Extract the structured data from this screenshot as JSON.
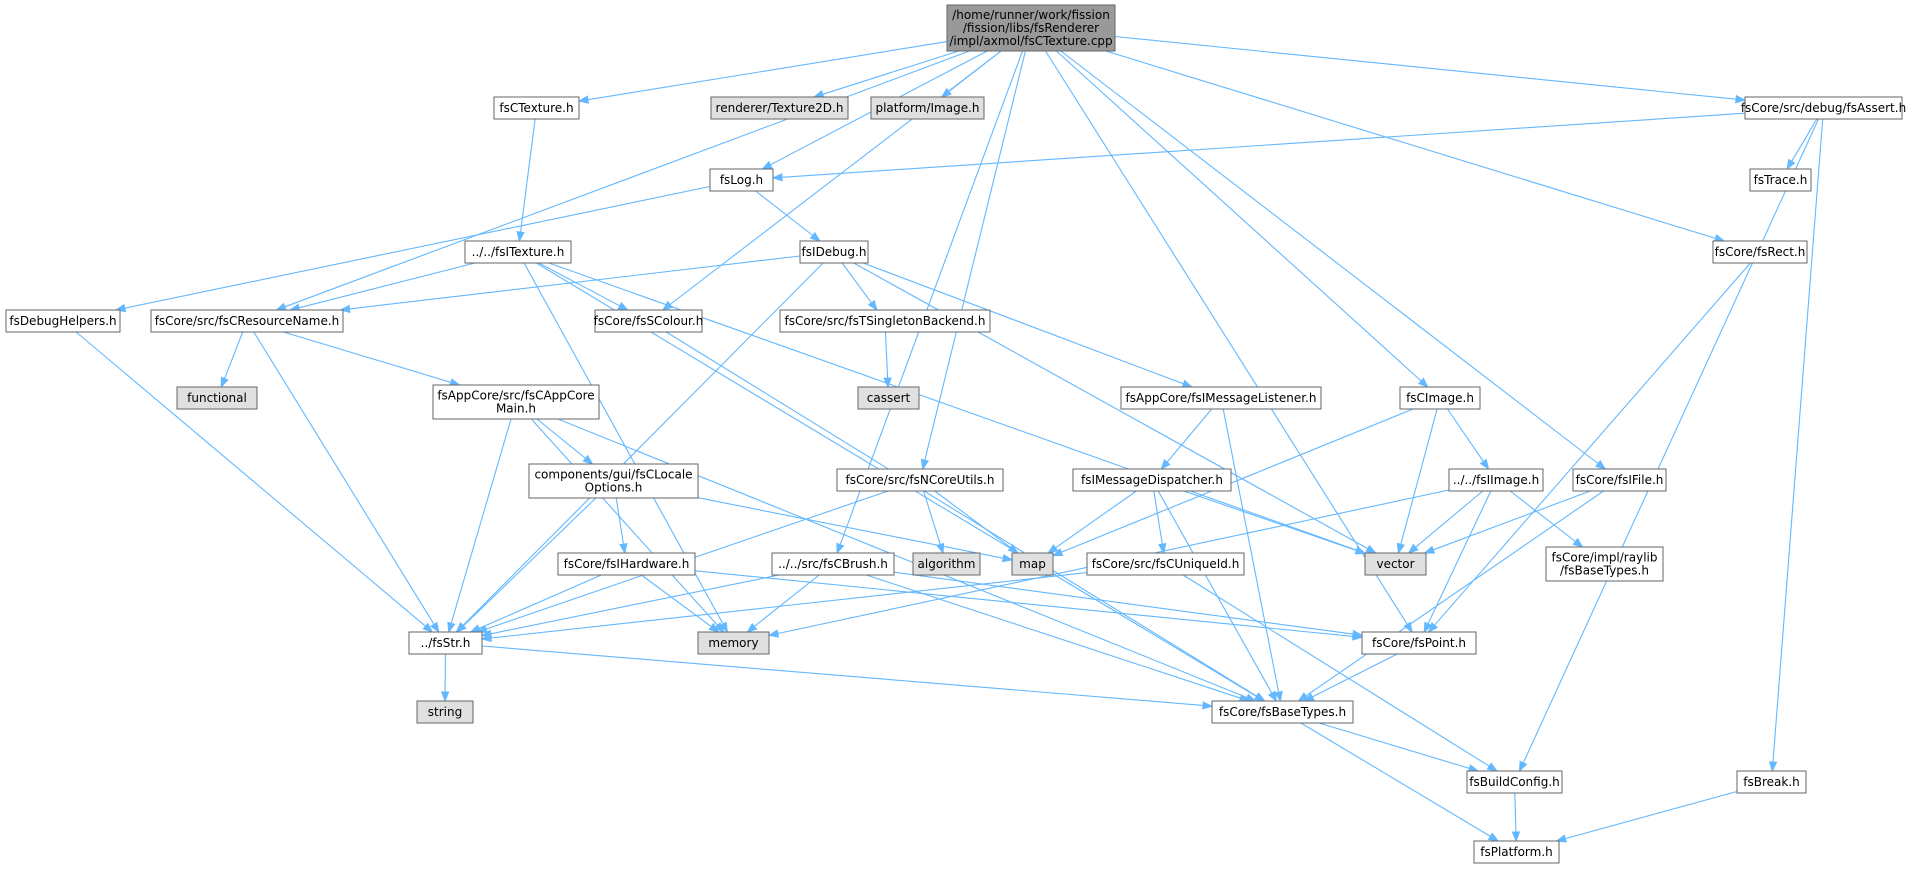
{
  "colors": {
    "node_fill": "#ffffff",
    "root_fill": "#999999",
    "external_fill": "#e0e0e0",
    "node_border": "#666666",
    "external_border": "#999999",
    "edge": "#63b8ff"
  },
  "nodes": [
    {
      "id": "root",
      "kind": "root",
      "lines": [
        "/home/runner/work/fission",
        "/fission/libs/fsRenderer",
        "/impl/axmol/fsCTexture.cpp"
      ]
    },
    {
      "id": "fsCTexture_h",
      "kind": "file",
      "lines": [
        "fsCTexture.h"
      ]
    },
    {
      "id": "renderer_Texture2D",
      "kind": "external",
      "lines": [
        "renderer/Texture2D.h"
      ]
    },
    {
      "id": "platform_Image",
      "kind": "external",
      "lines": [
        "platform/Image.h"
      ]
    },
    {
      "id": "fsLog",
      "kind": "file",
      "lines": [
        "fsLog.h"
      ]
    },
    {
      "id": "fsAssert",
      "kind": "file",
      "lines": [
        "fsCore/src/debug/fsAssert.h"
      ]
    },
    {
      "id": "fsTrace",
      "kind": "file",
      "lines": [
        "fsTrace.h"
      ]
    },
    {
      "id": "fsRect",
      "kind": "file",
      "lines": [
        "fsCore/fsRect.h"
      ]
    },
    {
      "id": "fsITexture",
      "kind": "file",
      "lines": [
        "../../fsITexture.h"
      ]
    },
    {
      "id": "fsIDebug",
      "kind": "file",
      "lines": [
        "fsIDebug.h"
      ]
    },
    {
      "id": "fsDebugHelpers",
      "kind": "file",
      "lines": [
        "fsDebugHelpers.h"
      ]
    },
    {
      "id": "fsCResourceName",
      "kind": "file",
      "lines": [
        "fsCore/src/fsCResourceName.h"
      ]
    },
    {
      "id": "fsSColour",
      "kind": "file",
      "lines": [
        "fsCore/fsSColour.h"
      ]
    },
    {
      "id": "fsTSingletonBackend",
      "kind": "file",
      "lines": [
        "fsCore/src/fsTSingletonBackend.h"
      ]
    },
    {
      "id": "functional",
      "kind": "external",
      "lines": [
        "functional"
      ]
    },
    {
      "id": "cassert",
      "kind": "external",
      "lines": [
        "cassert"
      ]
    },
    {
      "id": "fsCAppCoreMain",
      "kind": "file",
      "lines": [
        "fsAppCore/src/fsCAppCore",
        "Main.h"
      ]
    },
    {
      "id": "fsIMessageListener",
      "kind": "file",
      "lines": [
        "fsAppCore/fsIMessageListener.h"
      ]
    },
    {
      "id": "fsCImage",
      "kind": "file",
      "lines": [
        "fsCImage.h"
      ]
    },
    {
      "id": "fsCLocaleOptions",
      "kind": "file",
      "lines": [
        "components/gui/fsCLocale",
        "Options.h"
      ]
    },
    {
      "id": "fsNCoreUtils",
      "kind": "file",
      "lines": [
        "fsCore/src/fsNCoreUtils.h"
      ]
    },
    {
      "id": "fsIMessageDispatcher",
      "kind": "file",
      "lines": [
        "fsIMessageDispatcher.h"
      ]
    },
    {
      "id": "fsIImage",
      "kind": "file",
      "lines": [
        "../../fsIImage.h"
      ]
    },
    {
      "id": "fsIFile",
      "kind": "file",
      "lines": [
        "fsCore/fsIFile.h"
      ]
    },
    {
      "id": "fsIHardware",
      "kind": "file",
      "lines": [
        "fsCore/fsIHardware.h"
      ]
    },
    {
      "id": "fsCBrush",
      "kind": "file",
      "lines": [
        "../../src/fsCBrush.h"
      ]
    },
    {
      "id": "algorithm",
      "kind": "external",
      "lines": [
        "algorithm"
      ]
    },
    {
      "id": "map",
      "kind": "external",
      "lines": [
        "map"
      ]
    },
    {
      "id": "fsCUniqueId",
      "kind": "file",
      "lines": [
        "fsCore/src/fsCUniqueId.h"
      ]
    },
    {
      "id": "vector",
      "kind": "external",
      "lines": [
        "vector"
      ]
    },
    {
      "id": "fsBaseTypesRaylib",
      "kind": "file",
      "lines": [
        "fsCore/impl/raylib",
        "/fsBaseTypes.h"
      ]
    },
    {
      "id": "fsStr",
      "kind": "file",
      "lines": [
        "../fsStr.h"
      ]
    },
    {
      "id": "memory",
      "kind": "external",
      "lines": [
        "memory"
      ]
    },
    {
      "id": "fsPoint",
      "kind": "file",
      "lines": [
        "fsCore/fsPoint.h"
      ]
    },
    {
      "id": "string",
      "kind": "external",
      "lines": [
        "string"
      ]
    },
    {
      "id": "fsBaseTypes",
      "kind": "file",
      "lines": [
        "fsCore/fsBaseTypes.h"
      ]
    },
    {
      "id": "fsBuildConfig",
      "kind": "file",
      "lines": [
        "fsBuildConfig.h"
      ]
    },
    {
      "id": "fsBreak",
      "kind": "file",
      "lines": [
        "fsBreak.h"
      ]
    },
    {
      "id": "fsPlatform",
      "kind": "file",
      "lines": [
        "fsPlatform.h"
      ]
    }
  ],
  "edges": [
    [
      "root",
      "fsCTexture_h"
    ],
    [
      "root",
      "renderer_Texture2D"
    ],
    [
      "root",
      "platform_Image"
    ],
    [
      "root",
      "fsLog"
    ],
    [
      "root",
      "fsAssert"
    ],
    [
      "root",
      "fsRect"
    ],
    [
      "root",
      "fsCResourceName"
    ],
    [
      "root",
      "fsSColour"
    ],
    [
      "root",
      "fsCImage"
    ],
    [
      "root",
      "fsNCoreUtils"
    ],
    [
      "root",
      "fsCBrush"
    ],
    [
      "root",
      "fsIFile"
    ],
    [
      "root",
      "fsPoint"
    ],
    [
      "fsCTexture_h",
      "fsITexture"
    ],
    [
      "fsITexture",
      "fsCResourceName"
    ],
    [
      "fsITexture",
      "fsSColour"
    ],
    [
      "fsITexture",
      "memory"
    ],
    [
      "fsITexture",
      "vector"
    ],
    [
      "fsITexture",
      "fsBaseTypes"
    ],
    [
      "fsLog",
      "fsIDebug"
    ],
    [
      "fsLog",
      "fsDebugHelpers"
    ],
    [
      "fsAssert",
      "fsLog"
    ],
    [
      "fsAssert",
      "fsTrace"
    ],
    [
      "fsAssert",
      "fsBuildConfig"
    ],
    [
      "fsAssert",
      "fsBreak"
    ],
    [
      "fsRect",
      "fsPoint"
    ],
    [
      "fsIDebug",
      "fsCResourceName"
    ],
    [
      "fsIDebug",
      "fsTSingletonBackend"
    ],
    [
      "fsIDebug",
      "fsIMessageListener"
    ],
    [
      "fsIDebug",
      "vector"
    ],
    [
      "fsIDebug",
      "fsStr"
    ],
    [
      "fsDebugHelpers",
      "fsStr"
    ],
    [
      "fsCResourceName",
      "functional"
    ],
    [
      "fsCResourceName",
      "fsCAppCoreMain"
    ],
    [
      "fsCResourceName",
      "fsStr"
    ],
    [
      "fsSColour",
      "fsBaseTypes"
    ],
    [
      "fsTSingletonBackend",
      "cassert"
    ],
    [
      "fsCAppCoreMain",
      "fsCLocaleOptions"
    ],
    [
      "fsCAppCoreMain",
      "fsStr"
    ],
    [
      "fsCAppCoreMain",
      "memory"
    ],
    [
      "fsCAppCoreMain",
      "fsBaseTypes"
    ],
    [
      "fsCLocaleOptions",
      "fsIHardware"
    ],
    [
      "fsCLocaleOptions",
      "fsStr"
    ],
    [
      "fsCLocaleOptions",
      "map"
    ],
    [
      "fsIMessageListener",
      "fsIMessageDispatcher"
    ],
    [
      "fsIMessageListener",
      "fsBaseTypes"
    ],
    [
      "fsIMessageDispatcher",
      "map"
    ],
    [
      "fsIMessageDispatcher",
      "vector"
    ],
    [
      "fsIMessageDispatcher",
      "fsCUniqueId"
    ],
    [
      "fsIMessageDispatcher",
      "fsBaseTypes"
    ],
    [
      "fsCImage",
      "fsIImage"
    ],
    [
      "fsCImage",
      "vector"
    ],
    [
      "fsCImage",
      "map"
    ],
    [
      "fsIImage",
      "vector"
    ],
    [
      "fsIImage",
      "fsBaseTypesRaylib"
    ],
    [
      "fsIImage",
      "fsPoint"
    ],
    [
      "fsIImage",
      "memory"
    ],
    [
      "fsIFile",
      "vector"
    ],
    [
      "fsIFile",
      "fsBaseTypes"
    ],
    [
      "fsNCoreUtils",
      "algorithm"
    ],
    [
      "fsNCoreUtils",
      "map"
    ],
    [
      "fsNCoreUtils",
      "fsStr"
    ],
    [
      "fsIHardware",
      "fsStr"
    ],
    [
      "fsIHardware",
      "memory"
    ],
    [
      "fsIHardware",
      "fsPoint"
    ],
    [
      "fsCBrush",
      "fsStr"
    ],
    [
      "fsCBrush",
      "memory"
    ],
    [
      "fsCBrush",
      "fsPoint"
    ],
    [
      "fsCBrush",
      "fsBaseTypes"
    ],
    [
      "fsCUniqueId",
      "fsStr"
    ],
    [
      "fsCUniqueId",
      "fsBuildConfig"
    ],
    [
      "fsStr",
      "string"
    ],
    [
      "fsStr",
      "fsBaseTypes"
    ],
    [
      "fsPoint",
      "fsBaseTypes"
    ],
    [
      "fsBaseTypes",
      "fsBuildConfig"
    ],
    [
      "fsBaseTypes",
      "fsPlatform"
    ],
    [
      "fsBuildConfig",
      "fsPlatform"
    ],
    [
      "fsBreak",
      "fsPlatform"
    ]
  ]
}
